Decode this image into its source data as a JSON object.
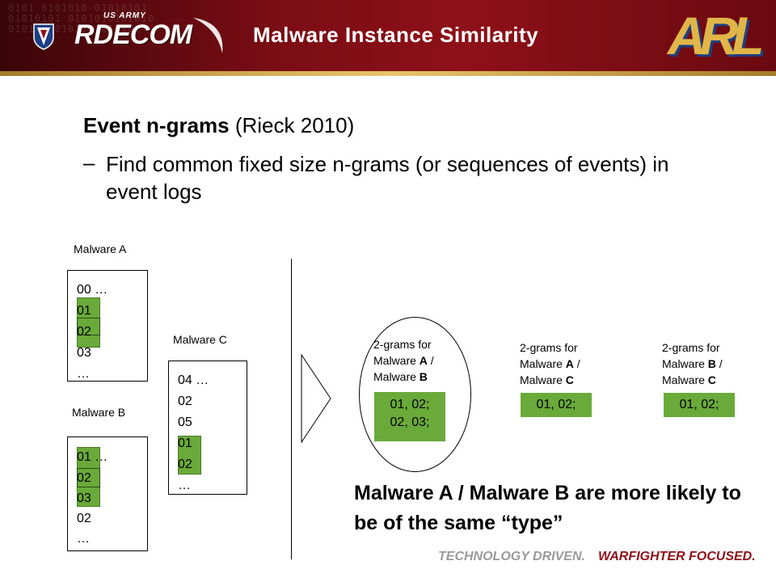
{
  "header": {
    "title": "Malware Instance Similarity",
    "logo_usarmy": "US ARMY",
    "logo_rdecom": "RDECOM",
    "logo_arl": "ARL",
    "binary_pattern": "0101 0101010 01010101\n01010101 0101010101010\n0101 01010101 010101"
  },
  "bullets": {
    "main_bold": "Event n-grams",
    "main_rest": " (Rieck 2010)",
    "dash": "–",
    "sub": "Find common fixed size n-grams (or sequences of events) in event logs"
  },
  "malware_a": {
    "label": "Malware A",
    "lines": [
      "00 …",
      "01",
      "02",
      "03",
      "…"
    ]
  },
  "malware_b": {
    "label": "Malware B",
    "lines": [
      "01 …",
      "02",
      "03",
      "02",
      "…"
    ]
  },
  "malware_c": {
    "label": "Malware C",
    "lines": [
      "04 …",
      "02",
      "05",
      "01",
      "02",
      "…"
    ]
  },
  "pairs": [
    {
      "label_l1": "2-grams for",
      "label_a": "Malware ",
      "label_a_b": "A",
      "label_sep": " /",
      "label_b": "Malware ",
      "label_b_b": "B",
      "value": "01, 02;\n02, 03;"
    },
    {
      "label_l1": "2-grams for",
      "label_a": "Malware ",
      "label_a_b": "A",
      "label_sep": " /",
      "label_b": "Malware ",
      "label_b_b": "C",
      "value": "01, 02;"
    },
    {
      "label_l1": "2-grams for",
      "label_a": "Malware ",
      "label_a_b": "B",
      "label_sep": " /",
      "label_b": "Malware ",
      "label_b_b": "C",
      "value": "01, 02;"
    }
  ],
  "conclusion": "Malware A / Malware B are more likely to be of the same “type”",
  "footer": {
    "left": "TECHNOLOGY DRIVEN.",
    "right": "WARFIGHTER FOCUSED."
  },
  "colors": {
    "header_red": "#8e1019",
    "highlight_green": "#6aaa3a",
    "arl_gold": "#e1b548"
  }
}
